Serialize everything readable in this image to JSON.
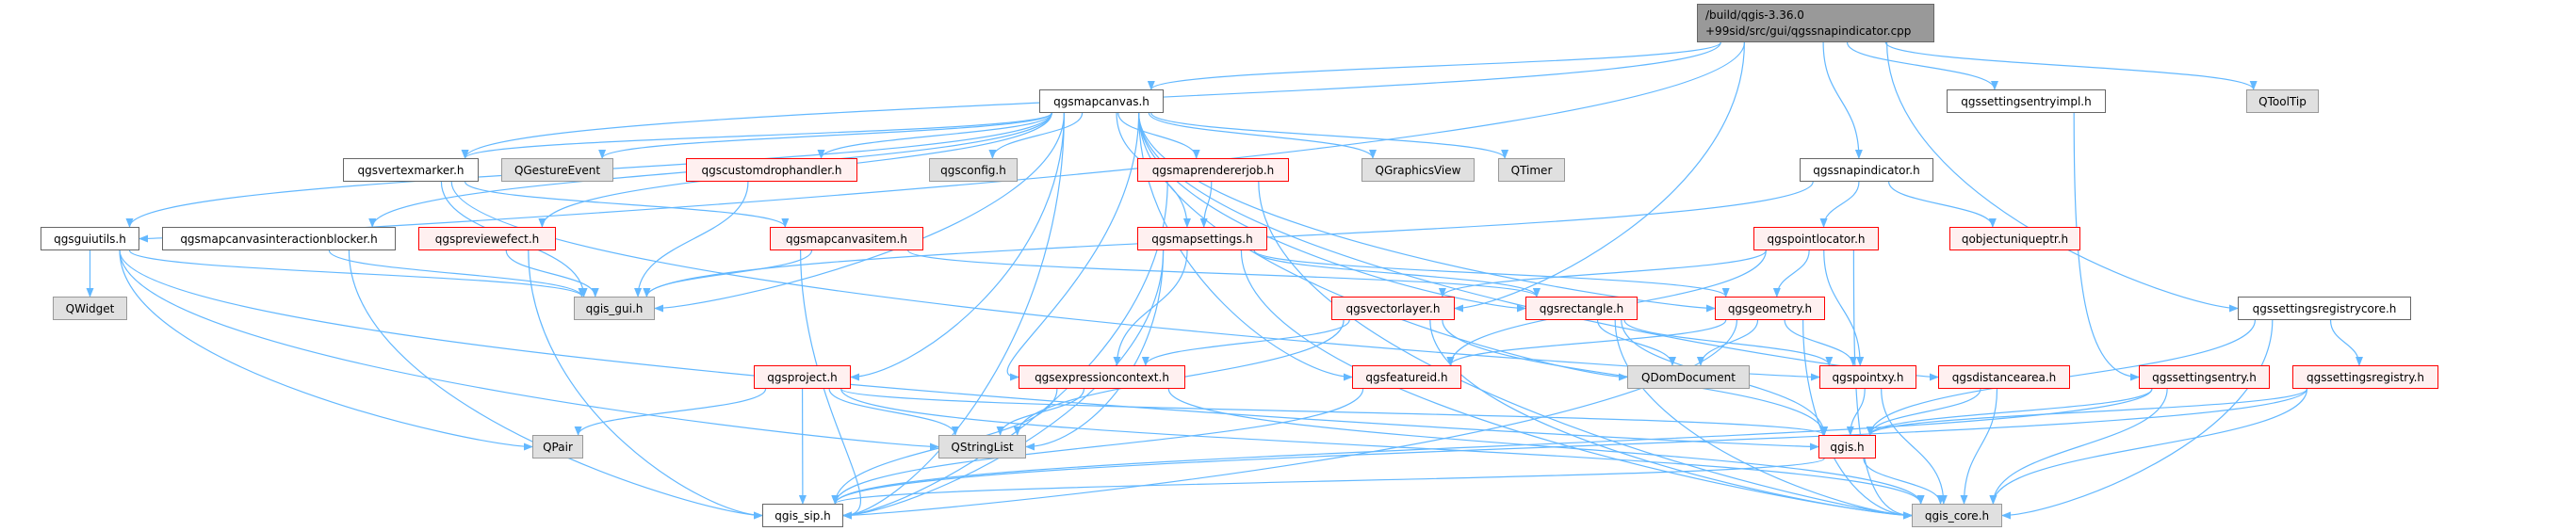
{
  "colors": {
    "edge": "#63B8FF",
    "red_border": "#FF0000",
    "red_fill": "#FFF0F0",
    "gray_fill": "#E0E0E0",
    "root_fill": "#999999"
  },
  "root": {
    "id": "root",
    "line1": "/build/qgis-3.36.0",
    "line2": "+99sid/src/gui/qgssnapindicator.cpp"
  },
  "nodes": [
    {
      "id": "qgsmapcanvas",
      "label": "qgsmapcanvas.h",
      "style": "white"
    },
    {
      "id": "qgssettingsentryimpl",
      "label": "qgssettingsentryimpl.h",
      "style": "white"
    },
    {
      "id": "QToolTip",
      "label": "QToolTip",
      "style": "gray"
    },
    {
      "id": "qgsvertexmarker",
      "label": "qgsvertexmarker.h",
      "style": "white"
    },
    {
      "id": "QGestureEvent",
      "label": "QGestureEvent",
      "style": "gray"
    },
    {
      "id": "qgscustomdrophandler",
      "label": "qgscustomdrophandler.h",
      "style": "red"
    },
    {
      "id": "qgsconfig",
      "label": "qgsconfig.h",
      "style": "gray"
    },
    {
      "id": "qgsmaprendererjob",
      "label": "qgsmaprendererjob.h",
      "style": "red"
    },
    {
      "id": "QGraphicsView",
      "label": "QGraphicsView",
      "style": "gray"
    },
    {
      "id": "QTimer",
      "label": "QTimer",
      "style": "gray"
    },
    {
      "id": "qgssnapindicator",
      "label": "qgssnapindicator.h",
      "style": "white"
    },
    {
      "id": "qgsguiutils",
      "label": "qgsguiutils.h",
      "style": "white"
    },
    {
      "id": "qgsmapcanvasinteractionblocker",
      "label": "qgsmapcanvasinteractionblocker.h",
      "style": "white"
    },
    {
      "id": "qgspreviewefect",
      "label": "qgspreviewefect.h",
      "style": "red"
    },
    {
      "id": "qgsmapcanvasitem",
      "label": "qgsmapcanvasitem.h",
      "style": "red"
    },
    {
      "id": "qgsmapsettings",
      "label": "qgsmapsettings.h",
      "style": "red"
    },
    {
      "id": "qgspointlocator",
      "label": "qgspointlocator.h",
      "style": "red"
    },
    {
      "id": "qobjectuniqueptr",
      "label": "qobjectuniqueptr.h",
      "style": "red"
    },
    {
      "id": "QWidget",
      "label": "QWidget",
      "style": "gray"
    },
    {
      "id": "qgis_gui",
      "label": "qgis_gui.h",
      "style": "gray"
    },
    {
      "id": "qgsvectorlayer",
      "label": "qgsvectorlayer.h",
      "style": "red"
    },
    {
      "id": "qgsrectangle",
      "label": "qgsrectangle.h",
      "style": "red"
    },
    {
      "id": "qgsgeometry",
      "label": "qgsgeometry.h",
      "style": "red"
    },
    {
      "id": "qgssettingsregistrycore",
      "label": "qgssettingsregistrycore.h",
      "style": "white"
    },
    {
      "id": "qgsproject",
      "label": "qgsproject.h",
      "style": "red"
    },
    {
      "id": "qgsexpressioncontext",
      "label": "qgsexpressioncontext.h",
      "style": "red"
    },
    {
      "id": "qgsfeatureid",
      "label": "qgsfeatureid.h",
      "style": "red"
    },
    {
      "id": "QDomDocument",
      "label": "QDomDocument",
      "style": "gray"
    },
    {
      "id": "qgspointxy",
      "label": "qgspointxy.h",
      "style": "red"
    },
    {
      "id": "qgsdistancearea",
      "label": "qgsdistancearea.h",
      "style": "red"
    },
    {
      "id": "qgssettingsentry",
      "label": "qgssettingsentry.h",
      "style": "red"
    },
    {
      "id": "qgssettingsregistry",
      "label": "qgssettingsregistry.h",
      "style": "red"
    },
    {
      "id": "QPair",
      "label": "QPair",
      "style": "gray"
    },
    {
      "id": "QStringList",
      "label": "QStringList",
      "style": "gray"
    },
    {
      "id": "qgis",
      "label": "qgis.h",
      "style": "red"
    },
    {
      "id": "qgis_sip",
      "label": "qgis_sip.h",
      "style": "white"
    },
    {
      "id": "qgis_core",
      "label": "qgis_core.h",
      "style": "gray"
    }
  ],
  "edges": [
    [
      "root",
      "qgsmapcanvas"
    ],
    [
      "root",
      "qgsvectorlayer"
    ],
    [
      "root",
      "qgssnapindicator"
    ],
    [
      "root",
      "qgssettingsentryimpl"
    ],
    [
      "root",
      "QToolTip"
    ],
    [
      "root",
      "qgssettingsregistrycore"
    ],
    [
      "root",
      "qgsguiutils"
    ],
    [
      "root",
      "qgsvertexmarker"
    ],
    [
      "qgsmapcanvas",
      "qgsconfig"
    ],
    [
      "qgsmapcanvas",
      "qgsmaprendererjob"
    ],
    [
      "qgsmapcanvas",
      "QGraphicsView"
    ],
    [
      "qgsmapcanvas",
      "QTimer"
    ],
    [
      "qgsmapcanvas",
      "qgsmapsettings"
    ],
    [
      "qgsmapcanvas",
      "qgsexpressioncontext"
    ],
    [
      "qgsmapcanvas",
      "qgsproject"
    ],
    [
      "qgsmapcanvas",
      "qgsrectangle"
    ],
    [
      "qgsmapcanvas",
      "qgsgeometry"
    ],
    [
      "qgsmapcanvas",
      "QDomDocument"
    ],
    [
      "qgsmapcanvas",
      "qgsdistancearea"
    ],
    [
      "qgsmapcanvas",
      "qgsfeatureid"
    ],
    [
      "qgsmapcanvas",
      "qgscustomdrophandler"
    ],
    [
      "qgsmapcanvas",
      "QGestureEvent"
    ],
    [
      "qgsmapcanvas",
      "qgis_gui"
    ],
    [
      "qgsmapcanvas",
      "qgis_sip"
    ],
    [
      "qgsmapcanvas",
      "qgspreviewefect"
    ],
    [
      "qgsmapcanvas",
      "qgsmapcanvasinteractionblocker"
    ],
    [
      "qgsmapcanvas",
      "qgsguiutils"
    ],
    [
      "qgsmapcanvas",
      "qgsvertexmarker"
    ],
    [
      "qgsvertexmarker",
      "qgis_gui"
    ],
    [
      "qgsvertexmarker",
      "qgsmapcanvasitem"
    ],
    [
      "qgsvertexmarker",
      "qgspointxy"
    ],
    [
      "qgscustomdrophandler",
      "qgis_gui"
    ],
    [
      "qgsmaprendererjob",
      "qgsmapsettings"
    ],
    [
      "qgsmaprendererjob",
      "qgis_sip"
    ],
    [
      "qgsmaprendererjob",
      "qgis_core"
    ],
    [
      "qgsguiutils",
      "QWidget"
    ],
    [
      "qgsguiutils",
      "qgis_gui"
    ],
    [
      "qgsguiutils",
      "QPair"
    ],
    [
      "qgsguiutils",
      "QStringList"
    ],
    [
      "qgsguiutils",
      "qgis"
    ],
    [
      "qgsmapcanvasinteractionblocker",
      "qgis_gui"
    ],
    [
      "qgsmapcanvasinteractionblocker",
      "qgis_sip"
    ],
    [
      "qgspreviewefect",
      "qgis_gui"
    ],
    [
      "qgspreviewefect",
      "qgis_sip"
    ],
    [
      "qgsmapcanvasitem",
      "qgis_gui"
    ],
    [
      "qgsmapcanvasitem",
      "qgsrectangle"
    ],
    [
      "qgsmapcanvasitem",
      "qgis_sip"
    ],
    [
      "qgsmapsettings",
      "qgsrectangle"
    ],
    [
      "qgsmapsettings",
      "qgsgeometry"
    ],
    [
      "qgsmapsettings",
      "qgsexpressioncontext"
    ],
    [
      "qgsmapsettings",
      "QStringList"
    ],
    [
      "qgsmapsettings",
      "qgis_sip"
    ],
    [
      "qgsmapsettings",
      "qgis_core"
    ],
    [
      "qgsvectorlayer",
      "qgsexpressioncontext"
    ],
    [
      "qgsvectorlayer",
      "QStringList"
    ],
    [
      "qgsvectorlayer",
      "qgis"
    ],
    [
      "qgsvectorlayer",
      "qgis_core"
    ],
    [
      "qgsrectangle",
      "QDomDocument"
    ],
    [
      "qgsrectangle",
      "qgspointxy"
    ],
    [
      "qgsrectangle",
      "qgis"
    ],
    [
      "qgsrectangle",
      "qgis_core"
    ],
    [
      "qgsgeometry",
      "QDomDocument"
    ],
    [
      "qgsgeometry",
      "qgspointxy"
    ],
    [
      "qgsgeometry",
      "qgsfeatureid"
    ],
    [
      "qgsgeometry",
      "qgis_sip"
    ],
    [
      "qgsgeometry",
      "qgis_core"
    ],
    [
      "qgssnapindicator",
      "qgis_gui"
    ],
    [
      "qgssnapindicator",
      "qgspointlocator"
    ],
    [
      "qgssnapindicator",
      "qobjectuniqueptr"
    ],
    [
      "qgspointlocator",
      "qgsvectorlayer"
    ],
    [
      "qgspointlocator",
      "qgsfeatureid"
    ],
    [
      "qgspointlocator",
      "qgsgeometry"
    ],
    [
      "qgspointlocator",
      "qgspointxy"
    ],
    [
      "qgspointlocator",
      "qgis_core"
    ],
    [
      "qgssettingsentryimpl",
      "qgssettingsentry"
    ],
    [
      "qgssettingsregistrycore",
      "qgssettingsregistry"
    ],
    [
      "qgssettingsregistrycore",
      "qgis"
    ],
    [
      "qgssettingsregistrycore",
      "qgis_core"
    ],
    [
      "qgsproject",
      "QPair"
    ],
    [
      "qgsproject",
      "QStringList"
    ],
    [
      "qgsproject",
      "qgis_sip"
    ],
    [
      "qgsproject",
      "qgis"
    ],
    [
      "qgsproject",
      "qgis_core"
    ],
    [
      "qgsexpressioncontext",
      "QStringList"
    ],
    [
      "qgsexpressioncontext",
      "qgis_sip"
    ],
    [
      "qgsexpressioncontext",
      "qgis_core"
    ],
    [
      "qgsfeatureid",
      "qgis_sip"
    ],
    [
      "qgspointxy",
      "qgis"
    ],
    [
      "qgspointxy",
      "qgis_core"
    ],
    [
      "qgsdistancearea",
      "qgis"
    ],
    [
      "qgsdistancearea",
      "qgis_core"
    ],
    [
      "qgssettingsentry",
      "qgis"
    ],
    [
      "qgssettingsentry",
      "qgis_sip"
    ],
    [
      "qgssettingsentry",
      "qgis_core"
    ],
    [
      "qgssettingsregistry",
      "qgis"
    ],
    [
      "qgssettingsregistry",
      "qgis_sip"
    ],
    [
      "qgssettingsregistry",
      "qgis_core"
    ],
    [
      "qgis",
      "qgis_sip"
    ],
    [
      "qgis",
      "qgis_core"
    ]
  ]
}
